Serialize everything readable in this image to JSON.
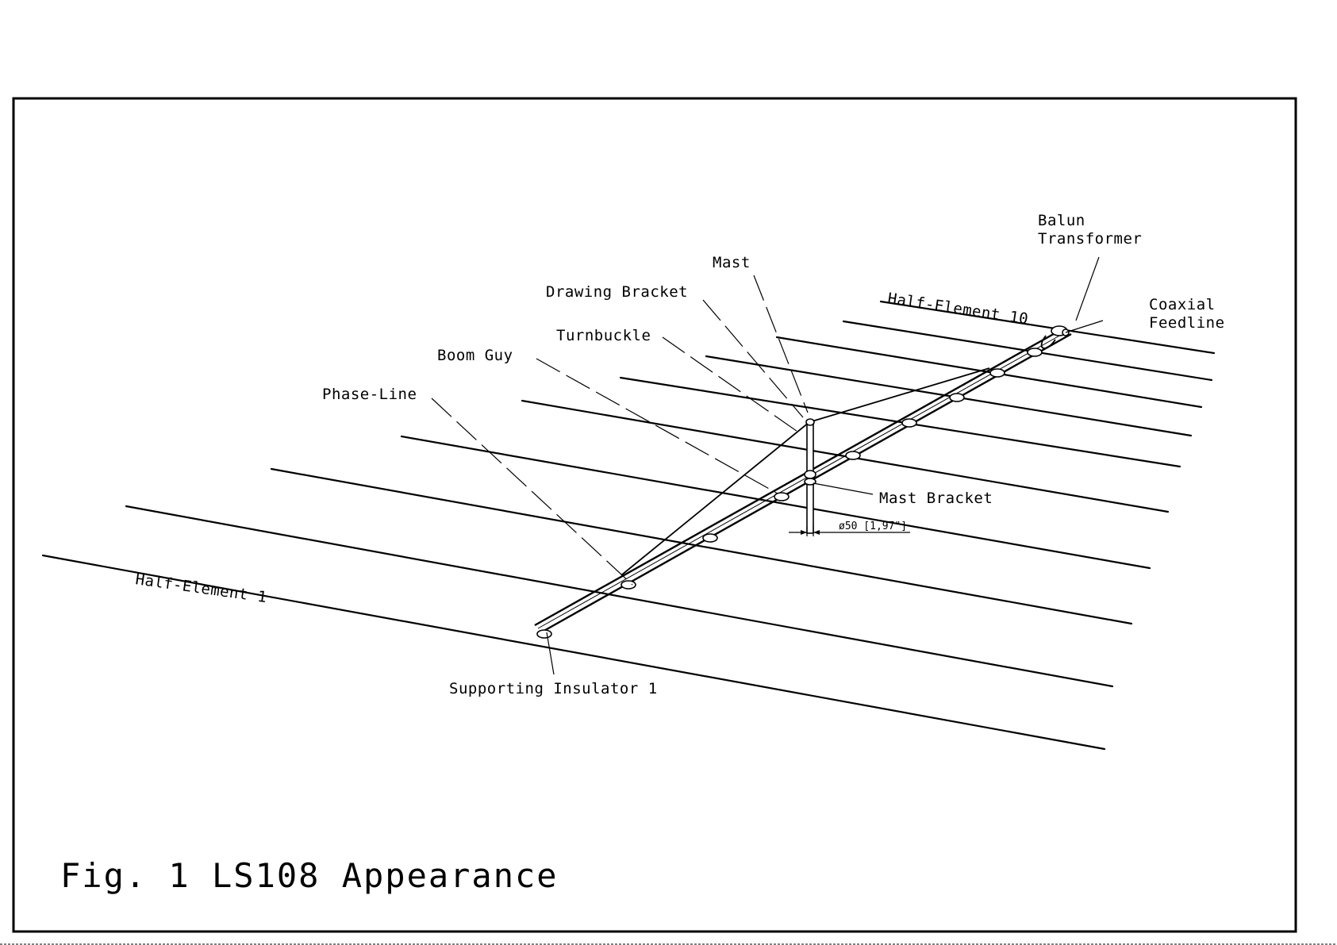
{
  "labels": {
    "balun_line1": "Balun",
    "balun_line2": "Transformer",
    "mast": "Mast",
    "drawing_bracket": "Drawing Bracket",
    "coaxial_line1": "Coaxial",
    "coaxial_line2": "Feedline",
    "turnbuckle": "Turnbuckle",
    "boom_guy": "Boom Guy",
    "phase_line": "Phase-Line",
    "half_element_10": "Half-Element 10",
    "half_element_1": "Half-Element 1",
    "mast_bracket": "Mast Bracket",
    "mast_diameter": "ø50 [1,97\"]",
    "supporting_insulator": "Supporting Insulator 1"
  },
  "caption": "Fig. 1 LS108 Appearance"
}
